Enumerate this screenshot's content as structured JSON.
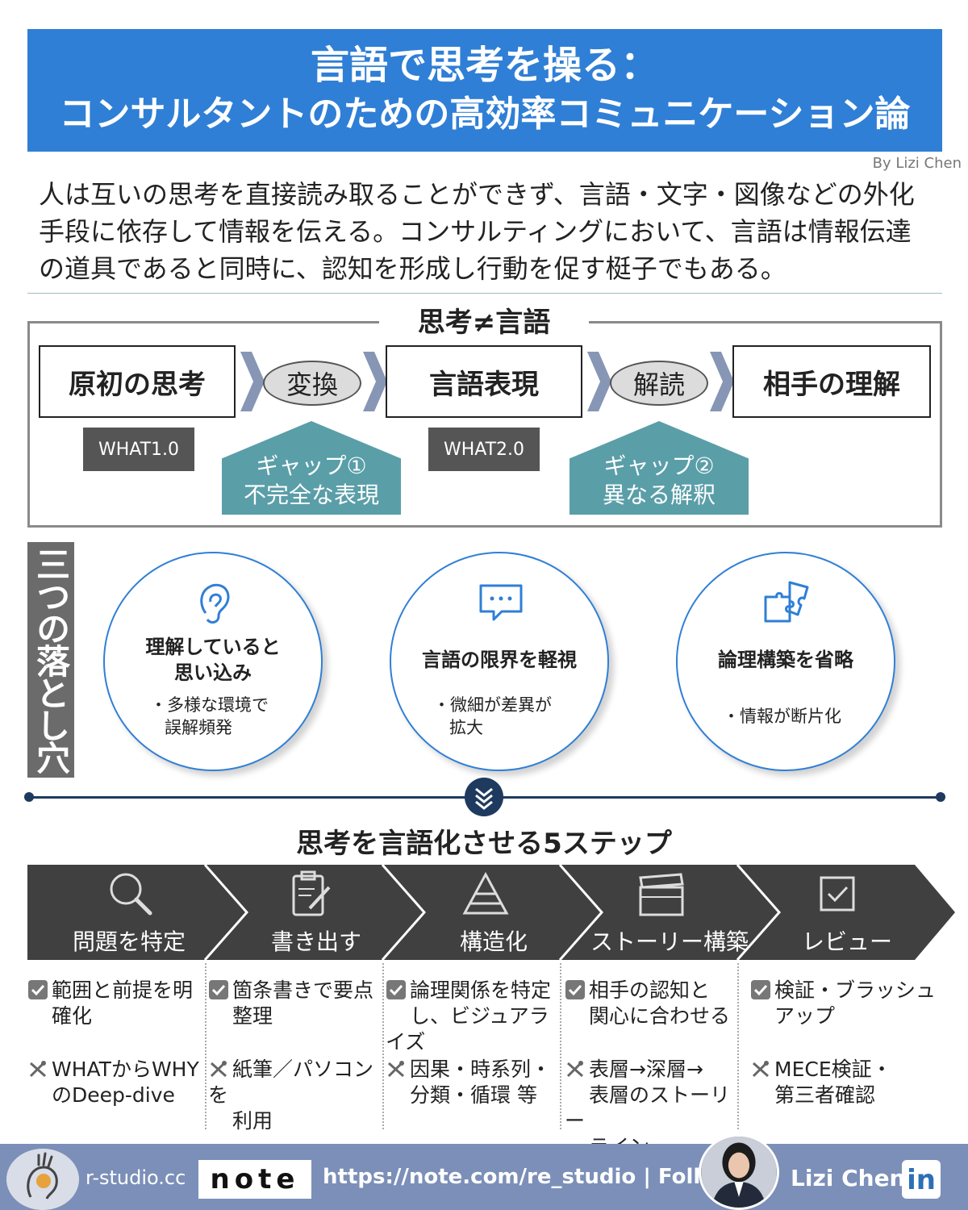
{
  "header": {
    "title_line1": "言語で思考を操る：",
    "title_line2": "コンサルタントのための高効率コミュニケーション論",
    "byline": "By Lizi Chen"
  },
  "intro": {
    "line1": "人は互いの思考を直接読み取ることができず、言語・文字・図像などの外化",
    "line2": "手段に依存して情報を伝える。コンサルティングにおいて、言語は情報伝達",
    "line3": "の道具であると同時に、認知を形成し行動を促す梃子でもある。"
  },
  "gap_diagram": {
    "title": "思考≠言語",
    "box1": "原初の思考",
    "oval1": "変換",
    "box2": "言語表現",
    "oval2": "解読",
    "box3": "相手の理解",
    "tag1": "WHAT1.0",
    "tag2": "WHAT2.0",
    "gap1_line1": "ギャップ①",
    "gap1_line2": "不完全な表現",
    "gap2_line1": "ギャップ②",
    "gap2_line2": "異なる解釈"
  },
  "pitfalls": {
    "label": "三つの落とし穴",
    "items": [
      {
        "icon": "ear-icon",
        "title_line1": "理解していると",
        "title_line2": "思い込み",
        "bullet_line1": "・多様な環境で",
        "bullet_line2": "誤解頻発"
      },
      {
        "icon": "chat-bubble-icon",
        "title_line1": "言語の限界を軽視",
        "bullet_line1": "・微細が差異が",
        "bullet_line2": "拡大"
      },
      {
        "icon": "puzzle-icon",
        "title_line1": "論理構築を省略",
        "bullet_line1": "・情報が断片化"
      }
    ]
  },
  "steps": {
    "title": "思考を言語化させる5ステップ",
    "items": [
      {
        "icon": "magnifier-icon",
        "label": "問題を特定",
        "check": "範囲と前提を明確化",
        "check_l1": "範囲と前提を明",
        "check_l2": "確化",
        "tool_l1": "WHATからWHY",
        "tool_l2": "のDeep-dive",
        "tool_l3": ""
      },
      {
        "icon": "clipboard-icon",
        "label": "書き出す",
        "check_l1": "箇条書きで要点",
        "check_l2": "整理",
        "tool_l1": "紙筆／パソコンを",
        "tool_l2": "利用",
        "tool_l3": ""
      },
      {
        "icon": "pyramid-icon",
        "label": "構造化",
        "check_l1": "論理関係を特定",
        "check_l2": "し、ビジュアライズ",
        "tool_l1": "因果・時系列・",
        "tool_l2": "分類・循環 等",
        "tool_l3": ""
      },
      {
        "icon": "clapperboard-icon",
        "label": "ストーリー構築",
        "check_l1": "相手の認知と",
        "check_l2": "関心に合わせる",
        "tool_l1": "表層→深層→",
        "tool_l2": "表層のストーリー",
        "tool_l3": "ライン"
      },
      {
        "icon": "checkbox-icon",
        "label": "レビュー",
        "check_l1": "検証・ブラッシュ",
        "check_l2": "アップ",
        "tool_l1": "MECE検証・",
        "tool_l2": "第三者確認",
        "tool_l3": ""
      }
    ]
  },
  "footer": {
    "site": "r-studio.cc",
    "note_logo": "note",
    "url": "https://note.com/re_studio | Follow",
    "name": "Lizi Chen",
    "linkedin": "in"
  },
  "colors": {
    "title_blue": "#2f7fd6",
    "teal": "#5a9ea8",
    "dark_gray": "#555555",
    "navy": "#1f3a5f",
    "footer": "#7b8fb8"
  }
}
